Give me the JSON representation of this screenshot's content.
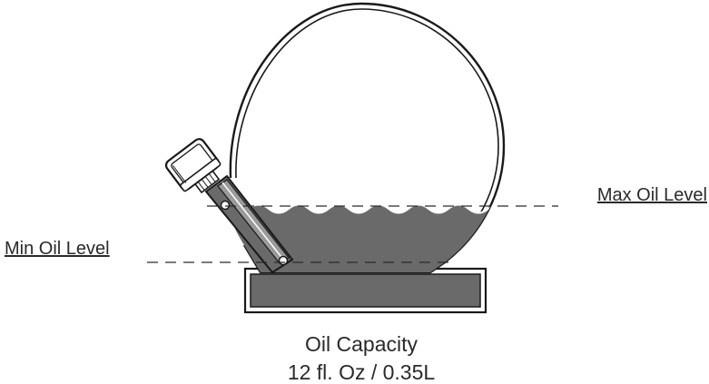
{
  "labels": {
    "max_level": "Max Oil Level",
    "min_level": "Min Oil Level",
    "capacity_title": "Oil Capacity",
    "capacity_value": "12 fl. Oz / 0.35L"
  },
  "colors": {
    "oil": "#6a6a6a",
    "outline": "#1a1a1a",
    "text": "#2a2a2a",
    "background": "#ffffff"
  }
}
